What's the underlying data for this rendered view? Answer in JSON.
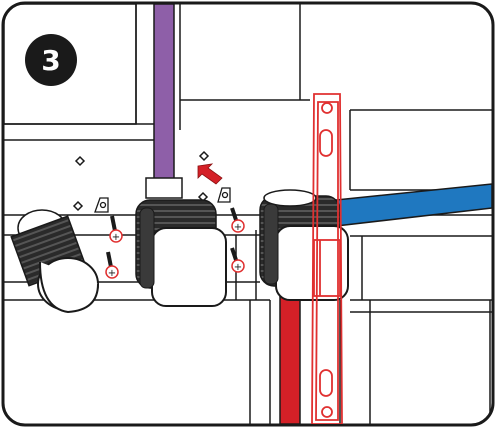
{
  "step": {
    "number": "3"
  },
  "colors": {
    "frame": "#1a1a1a",
    "purple_pipe": "#8e5fa8",
    "blue_pipe": "#1f78c0",
    "red_pipe": "#d42027",
    "highlight_red": "#e03030",
    "step_badge": "#1a1a1a",
    "background": "#ffffff"
  },
  "icons": {
    "step_badge": "step-number-badge",
    "arrow": "direction-arrow-icon",
    "pipes": [
      "purple-pipe",
      "blue-pipe",
      "red-pipe"
    ],
    "fittings": [
      "compression-fitting-left",
      "compression-fitting-center",
      "compression-fitting-right"
    ],
    "bracket": "red-highlight-bracket"
  }
}
